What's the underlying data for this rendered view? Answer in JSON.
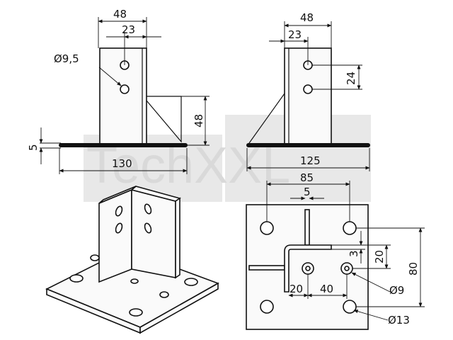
{
  "watermark": "TechXXL",
  "front_view": {
    "width_label": "48",
    "hole_offset_label": "23",
    "hole_dia_label": "Ø9,5",
    "rib_height_label": "48",
    "plate_thickness_label": "5",
    "plate_width_label": "130"
  },
  "side_view": {
    "width_label": "48",
    "hole_offset_label": "23",
    "hole_spacing_label": "24",
    "plate_width_label": "125"
  },
  "top_view": {
    "hole_spacing_label": "85",
    "wall_thickness_label": "5",
    "dim_3_label": "3",
    "dim_20_vertical_label": "20",
    "dim_80_label": "80",
    "dim_20_horizontal_label": "20",
    "dim_40_label": "40",
    "small_hole_dia_label": "Ø9",
    "large_hole_dia_label": "Ø13"
  }
}
